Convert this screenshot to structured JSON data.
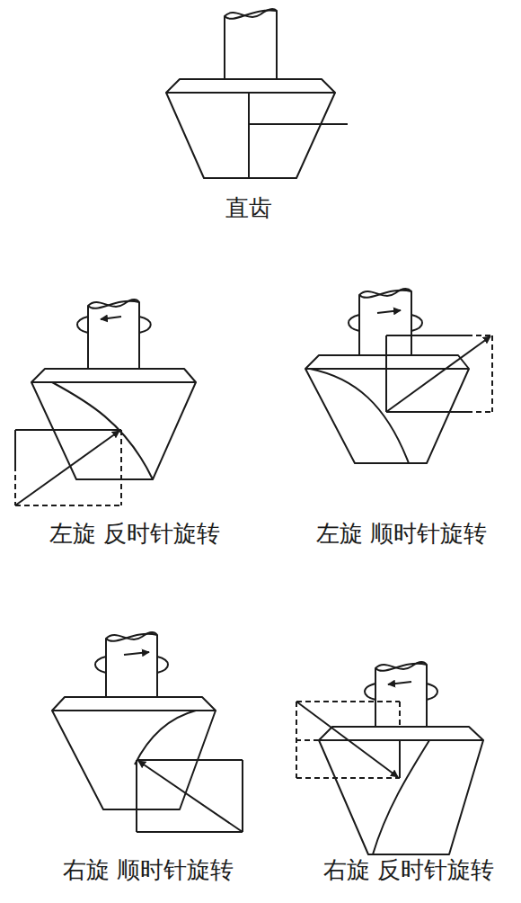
{
  "diagram": {
    "labels": [
      "直齿",
      "左旋 反时针旋转",
      "左旋 顺时针旋转",
      "右旋 顺时针旋转",
      "右旋 反时针旋转"
    ]
  }
}
